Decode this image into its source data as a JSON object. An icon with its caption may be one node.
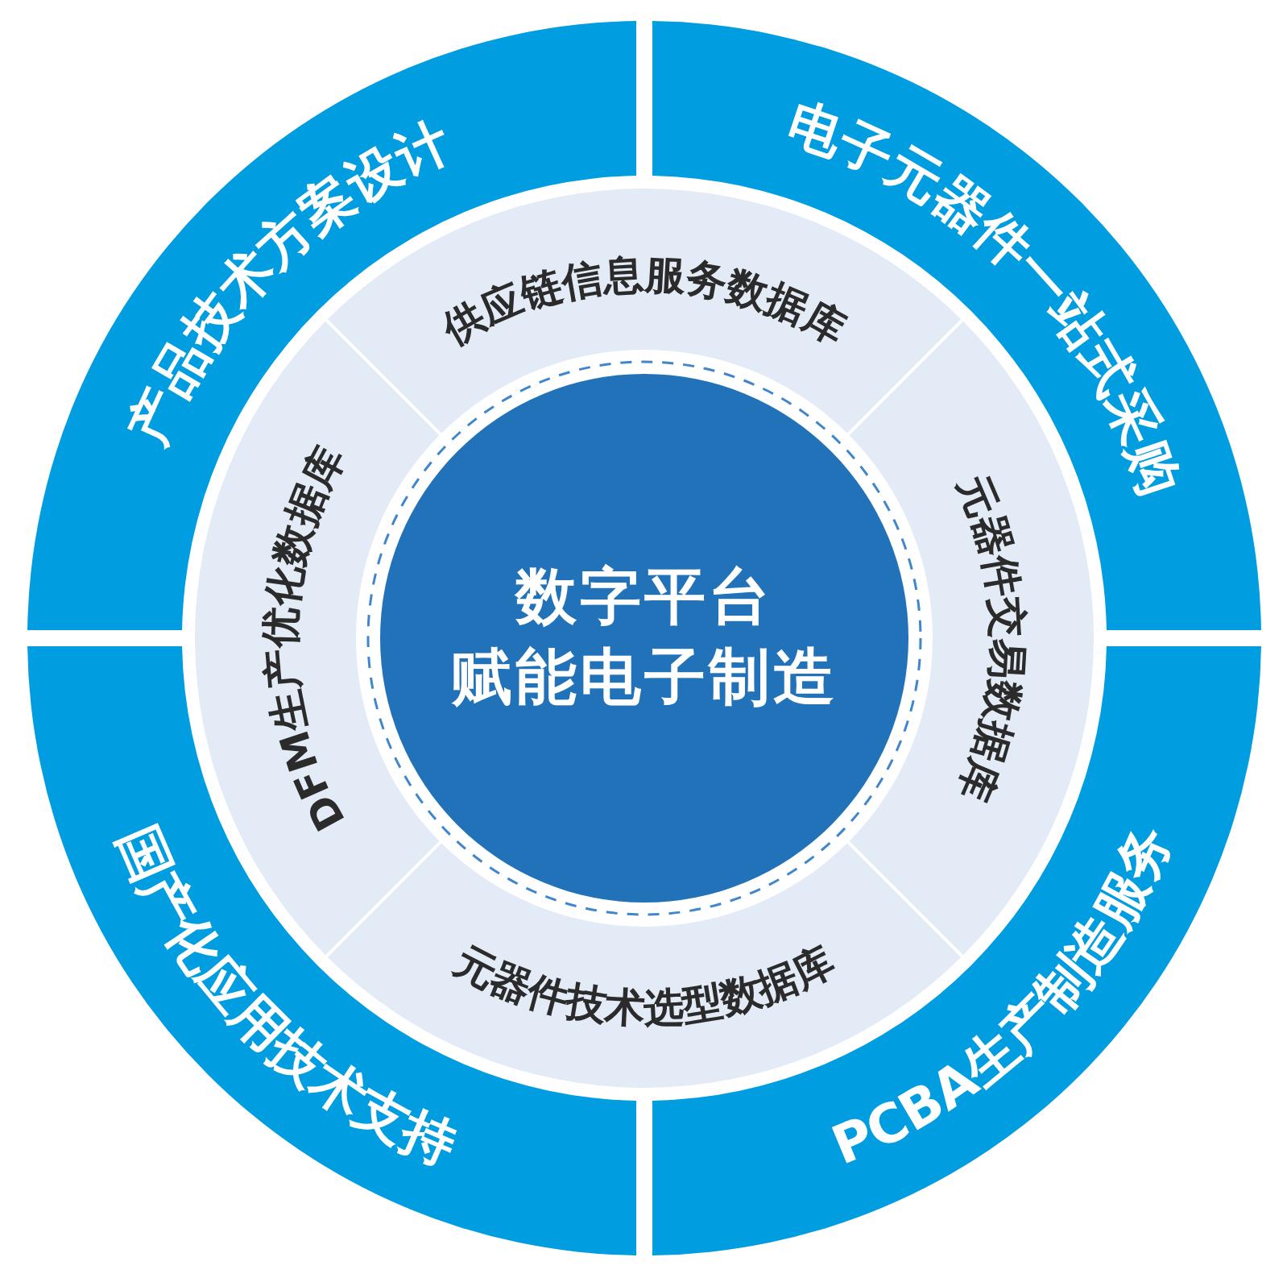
{
  "diagram": {
    "nodes": [
      {
        "text": [
          "产品技术方案设计"
        ]
      },
      {
        "text": [
          "电子元器件一站式采购"
        ]
      },
      {
        "text": [
          "供应链信息服务数据库"
        ]
      },
      {
        "text": [
          "DFM生产优化数据库"
        ]
      },
      {
        "text": [
          "数字平台",
          "赋能电子制造"
        ]
      },
      {
        "text": [
          "元器件交易数据库"
        ]
      },
      {
        "text": [
          "元器件技术选型数据库"
        ]
      },
      {
        "text": [
          "国产化应用技术支持"
        ]
      },
      {
        "text": [
          "PCBA生产制造服务"
        ]
      }
    ]
  }
}
